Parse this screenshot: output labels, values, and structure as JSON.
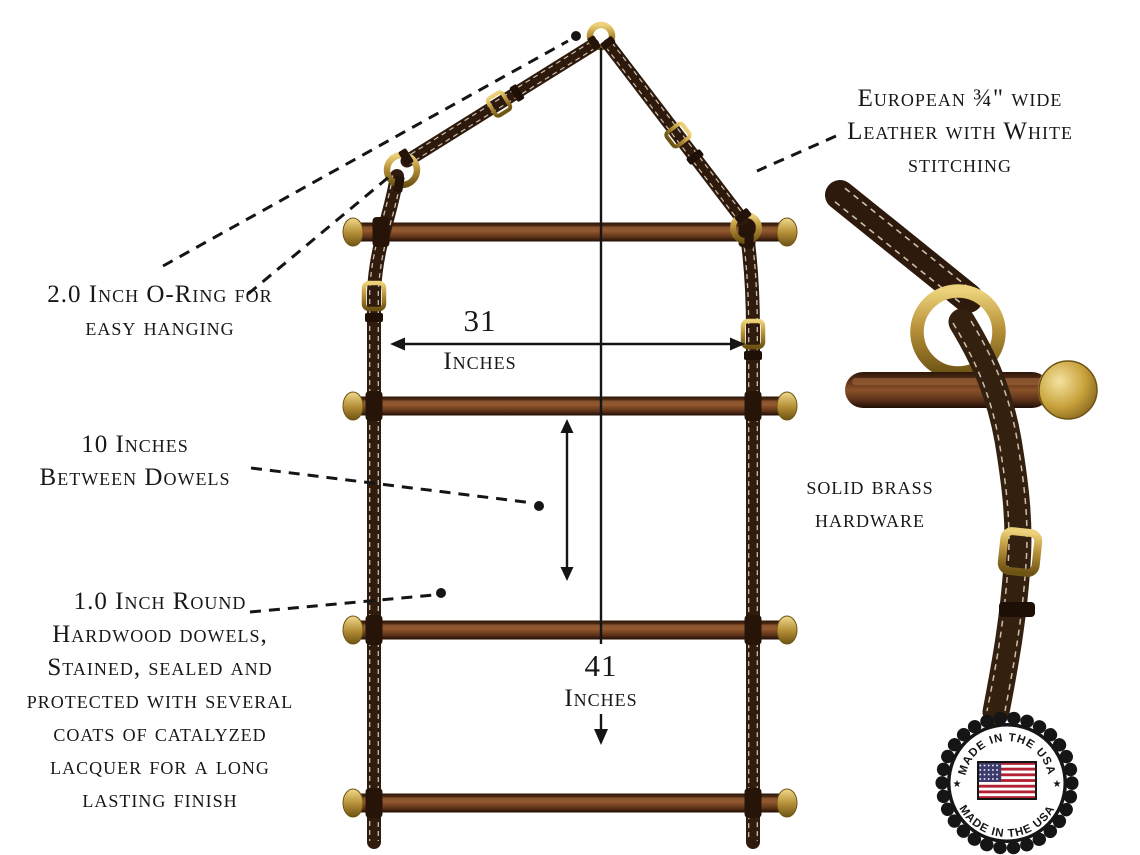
{
  "annotations": {
    "leather_note": "European ¾\" wide\nLeather with White\nstitching",
    "oring_note": "2.0 Inch O-Ring for\neasy hanging",
    "gap_note": "10 Inches\nBetween Dowels",
    "dowel_note": "1.0 Inch Round\nHardwood dowels,\nStained, sealed and\nprotected with several\ncoats of catalyzed\nlacquer for a long\nlasting finish",
    "brass_note": "solid brass\nhardware"
  },
  "measurements": {
    "width_value": "31",
    "width_unit": "Inches",
    "height_value": "41",
    "height_unit": "Inches"
  },
  "badge": {
    "top_text": "MADE IN THE USA",
    "bottom_text": "MADE IN THE USA",
    "star_left": "★",
    "star_right": "★"
  },
  "colors": {
    "leather": "#301c0e",
    "leather_dark": "#241309",
    "stitch": "#e7dcc8",
    "brass": "#c7a13d",
    "brass_light": "#ecd27a",
    "brass_dark": "#6e5414",
    "dowel": "#713f1f",
    "line": "#151515",
    "flag_red": "#b22234",
    "flag_blue": "#3c3b6e",
    "background": "#ffffff"
  }
}
